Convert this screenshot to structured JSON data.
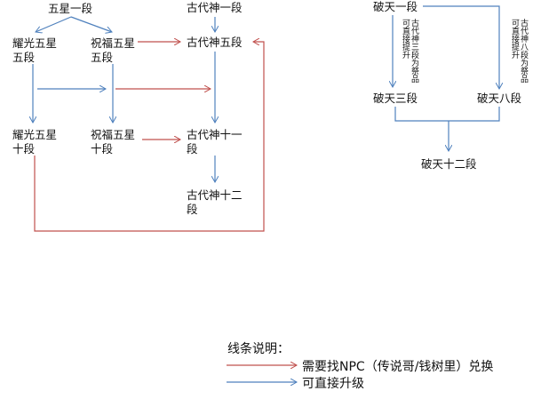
{
  "colors": {
    "blue": "#4f81bd",
    "red": "#c0504d"
  },
  "nodes": {
    "wuxing1": "五星一段",
    "yaoguang5": "耀光五星\n五段",
    "zhufu5": "祝福五星\n五段",
    "yaoguang10": "耀光五星\n十段",
    "zhufu10": "祝福五星\n十段",
    "gudai1": "古代神一段",
    "gudai5": "古代神五段",
    "gudai11": "古代神十一\n段",
    "gudai12": "古代神十二\n段",
    "potian1": "破天一段",
    "potian3": "破天三段",
    "potian8": "破天八段",
    "potian12": "破天十二段"
  },
  "notes": {
    "left_a": "古代神三段为祭品",
    "left_b": "可直接提升",
    "right_a": "古代神八段为祭品",
    "right_b": "可直接提升"
  },
  "legend": {
    "title": "线条说明：",
    "red_label": "需要找NPC（传说哥/钱树里）兑换",
    "blue_label": "可直接升级"
  }
}
